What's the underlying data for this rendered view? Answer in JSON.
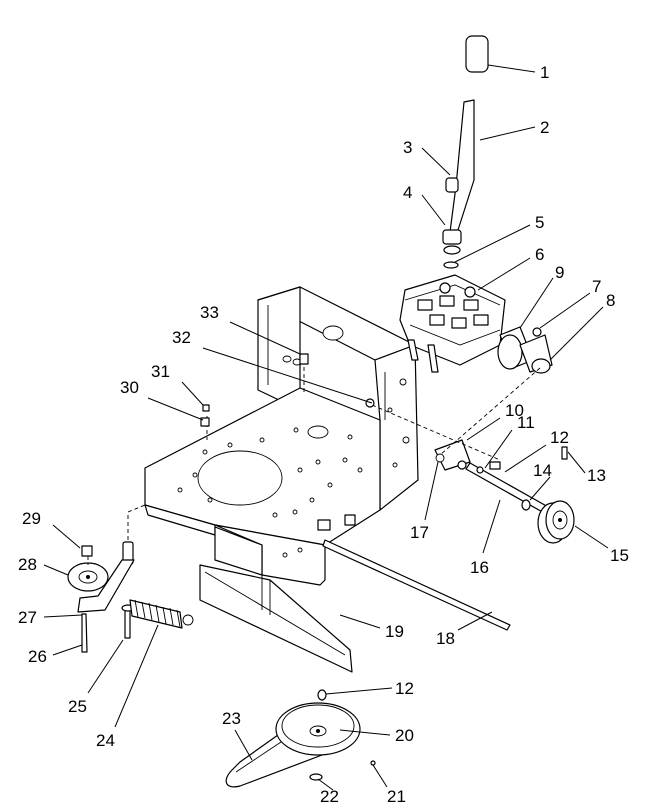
{
  "callouts": [
    {
      "text": "1"
    },
    {
      "text": "2"
    },
    {
      "text": "3"
    },
    {
      "text": "4"
    },
    {
      "text": "5"
    },
    {
      "text": "6"
    },
    {
      "text": "9"
    },
    {
      "text": "7"
    },
    {
      "text": "8"
    },
    {
      "text": "33"
    },
    {
      "text": "32"
    },
    {
      "text": "31"
    },
    {
      "text": "30"
    },
    {
      "text": "10"
    },
    {
      "text": "11"
    },
    {
      "text": "12"
    },
    {
      "text": "14"
    },
    {
      "text": "13"
    },
    {
      "text": "17"
    },
    {
      "text": "16"
    },
    {
      "text": "15"
    },
    {
      "text": "29"
    },
    {
      "text": "28"
    },
    {
      "text": "27"
    },
    {
      "text": "26"
    },
    {
      "text": "25"
    },
    {
      "text": "24"
    },
    {
      "text": "19"
    },
    {
      "text": "18"
    },
    {
      "text": "12"
    },
    {
      "text": "23"
    },
    {
      "text": "20"
    },
    {
      "text": "22"
    },
    {
      "text": "21"
    }
  ]
}
